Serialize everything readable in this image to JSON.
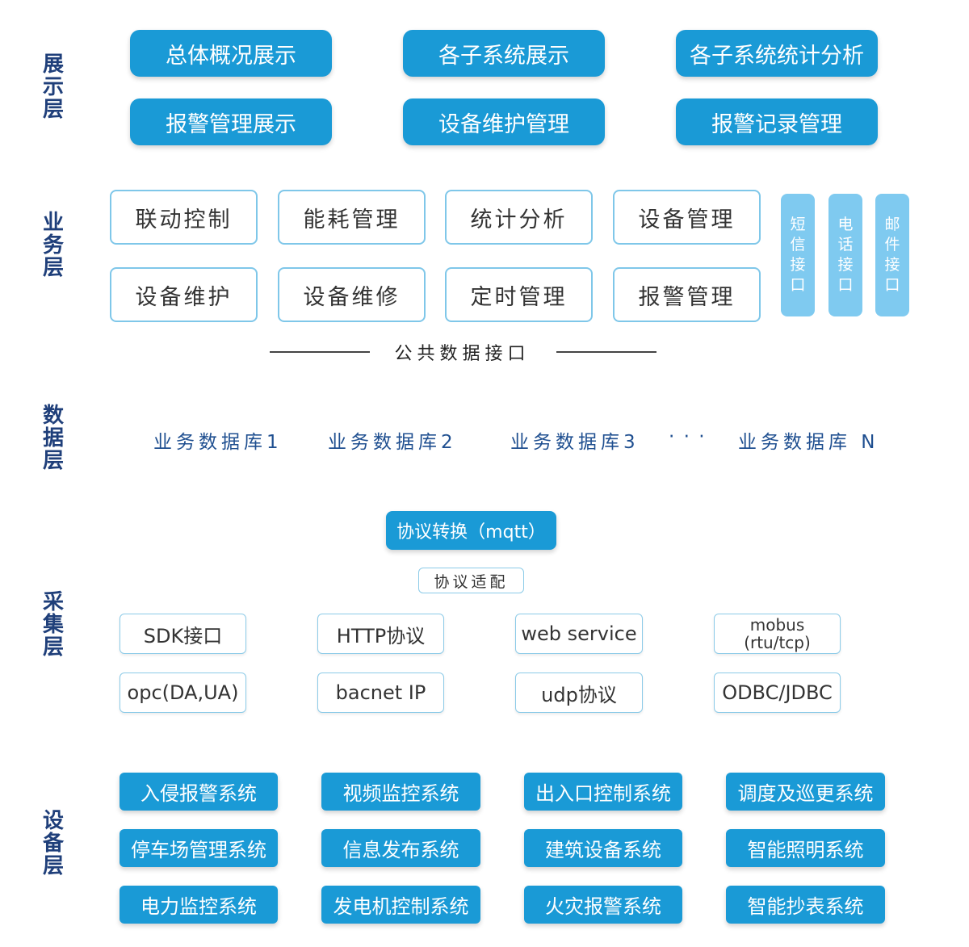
{
  "layers": {
    "display": "展示层",
    "business": "业务层",
    "data": "数据层",
    "collection": "采集层",
    "device": "设备层"
  },
  "display_layer": [
    "总体概况展示",
    "各子系统展示",
    "各子系统统计分析",
    "报警管理展示",
    "设备维护管理",
    "报警记录管理"
  ],
  "business_layer": {
    "modules": [
      "联动控制",
      "能耗管理",
      "统计分析",
      "设备管理",
      "设备维护",
      "设备维修",
      "定时管理",
      "报警管理"
    ],
    "interfaces": [
      "短信接口",
      "电话接口",
      "邮件接口"
    ],
    "public_interface": "公共数据接口"
  },
  "data_layer": {
    "databases": [
      "业务数据库1",
      "业务数据库2",
      "业务数据库3"
    ],
    "ellipsis": "· · ·",
    "last": "业务数据库 N"
  },
  "collection_layer": {
    "protocol_conversion": "协议转换（mqtt）",
    "protocol_adapter": "协议适配",
    "protocols": [
      "SDK接口",
      "HTTP协议",
      "web service",
      "mobus",
      "opc(DA,UA)",
      "bacnet IP",
      "udp协议",
      "ODBC/JDBC"
    ],
    "mobus_sub": "(rtu/tcp)"
  },
  "device_layer": [
    "入侵报警系统",
    "视频监控系统",
    "出入口控制系统",
    "调度及巡更系统",
    "停车场管理系统",
    "信息发布系统",
    "建筑设备系统",
    "智能照明系统",
    "电力监控系统",
    "发电机控制系统",
    "火灾报警系统",
    "智能抄表系统"
  ]
}
